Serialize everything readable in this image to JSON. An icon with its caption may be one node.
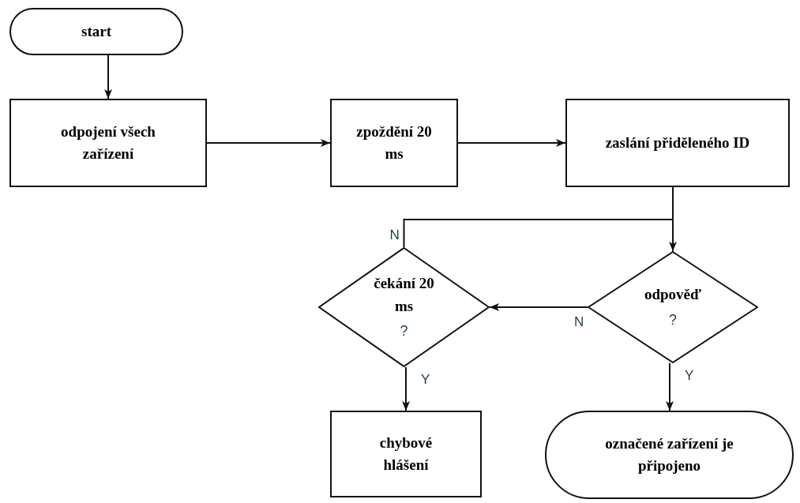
{
  "diagram": {
    "nodes": [
      {
        "text": [
          "start"
        ]
      },
      {
        "text": [
          "odpojení všech zařízení"
        ]
      },
      {
        "text": [
          "zpoždění 20 ms"
        ]
      },
      {
        "text": [
          "zaslání přiděleného ID"
        ]
      },
      {
        "text": [
          "čekání 20 ms",
          "?"
        ]
      },
      {
        "text": [
          "odpověď",
          "?"
        ]
      },
      {
        "text": [
          "chybové hlášení"
        ]
      },
      {
        "text": [
          "označené zařízení je připojeno"
        ]
      }
    ],
    "edges": [
      {
        "from": 0,
        "to": 1,
        "arrow": "to"
      },
      {
        "from": 1,
        "to": 2,
        "arrow": "to"
      },
      {
        "from": 2,
        "to": 3,
        "arrow": "to"
      },
      {
        "from": 3,
        "to": 5,
        "arrow": "none"
      },
      {
        "from": 5,
        "to": 4,
        "arrow": "to",
        "label": "N"
      },
      {
        "from": 4,
        "to": 5,
        "arrow": "to",
        "label": "N"
      },
      {
        "from": 4,
        "to": 6,
        "arrow": "to",
        "label": "Y"
      },
      {
        "from": 5,
        "to": 7,
        "arrow": "to",
        "label": "Y"
      }
    ]
  }
}
